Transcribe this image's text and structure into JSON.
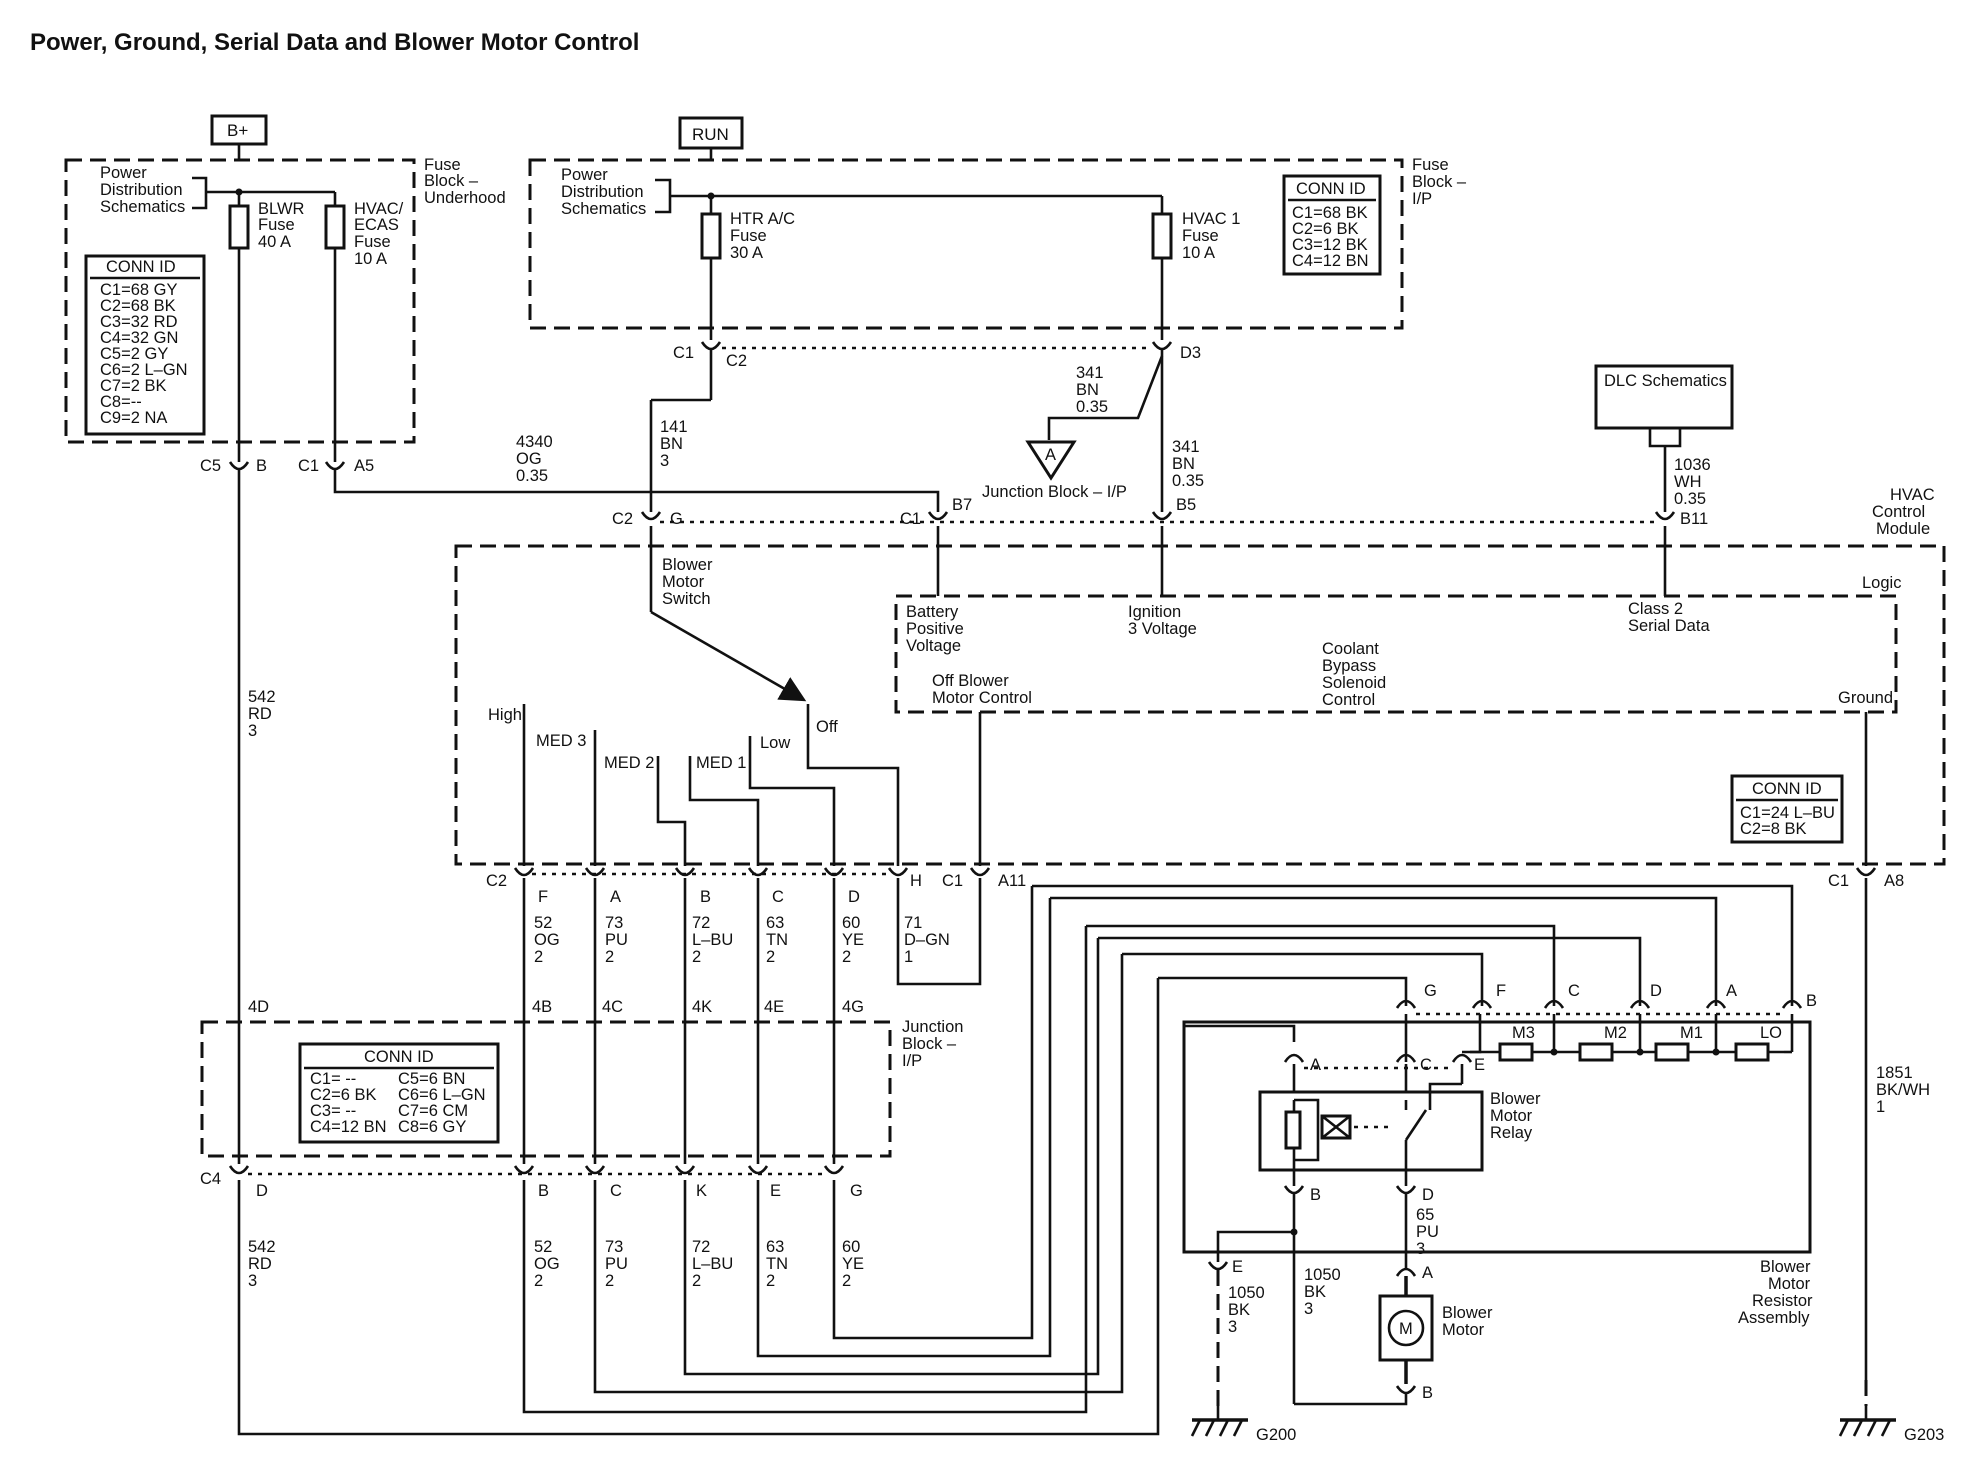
{
  "title": "Power, Ground, Serial Data and Blower Motor Control",
  "sources": {
    "bplus": "B+",
    "run": "RUN"
  },
  "fuse_block_underhood": {
    "label": [
      "Fuse",
      "Block –",
      "Underhood"
    ],
    "pds": [
      "Power",
      "Distribution",
      "Schematics"
    ],
    "blwr_fuse": [
      "BLWR",
      "Fuse",
      "40 A"
    ],
    "hvac_ecas_fuse": [
      "HVAC/",
      "ECAS",
      "Fuse",
      "10 A"
    ],
    "conn_title": "CONN ID",
    "conn": [
      "C1=68 GY",
      "C2=68 BK",
      "C3=32 RD",
      "C4=32 GN",
      "C5=2 GY",
      "C6=2 L–GN",
      "C7=2 BK",
      "C8=--",
      "C9=2 NA"
    ]
  },
  "fuse_block_ip": {
    "label": [
      "Fuse",
      "Block –",
      "I/P"
    ],
    "pds": [
      "Power",
      "Distribution",
      "Schematics"
    ],
    "htr_fuse": [
      "HTR A/C",
      "Fuse",
      "30 A"
    ],
    "hvac1_fuse": [
      "HVAC 1",
      "Fuse",
      "10 A"
    ],
    "conn_title": "CONN ID",
    "conn": [
      "C1=68 BK",
      "C2=6 BK",
      "C3=12 BK",
      "C4=12 BN"
    ]
  },
  "dlc": "DLC Schematics",
  "junction_block_ip": "Junction Block – I/P",
  "junction_symbol": "A",
  "hvac_module": {
    "label": [
      "HVAC",
      "Control",
      "Module"
    ],
    "logic": "Logic",
    "battery": [
      "Battery",
      "Positive",
      "Voltage"
    ],
    "ignition": [
      "Ignition",
      "3 Voltage"
    ],
    "class2": [
      "Class 2",
      "Serial Data"
    ],
    "off_blower": [
      "Off Blower",
      "Motor Control"
    ],
    "coolant": [
      "Coolant",
      "Bypass",
      "Solenoid",
      "Control"
    ],
    "ground": "Ground",
    "switch": [
      "Blower",
      "Motor",
      "Switch"
    ],
    "positions": [
      "High",
      "MED 3",
      "MED 2",
      "MED 1",
      "Low",
      "Off"
    ],
    "conn_title": "CONN ID",
    "conn": [
      "C1=24 L–BU",
      "C2=8 BK"
    ]
  },
  "jb_lower": {
    "label": [
      "Junction",
      "Block –",
      "I/P"
    ],
    "conn_title": "CONN ID",
    "conn_left": [
      "C1= --",
      "C2=6 BK",
      "C3= --",
      "C4=12 BN"
    ],
    "conn_right": [
      "C5=6 BN",
      "C6=6 L–GN",
      "C7=6 CM",
      "C8=6 GY"
    ]
  },
  "resistor_assembly": {
    "label": [
      "Blower",
      "Motor",
      "Resistor",
      "Assembly"
    ],
    "relay": [
      "Blower",
      "Motor",
      "Relay"
    ],
    "motor": [
      "Blower",
      "Motor"
    ],
    "motor_symbol": "M",
    "resistors": [
      "M3",
      "M2",
      "M1",
      "LO"
    ]
  },
  "grounds": [
    "G200",
    "G203"
  ],
  "wires": {
    "w542a": [
      "542",
      "RD",
      "3"
    ],
    "w542b": [
      "542",
      "RD",
      "3"
    ],
    "w4340": [
      "4340",
      "OG",
      "0.35"
    ],
    "w141": [
      "141",
      "BN",
      "3"
    ],
    "w341a": [
      "341",
      "BN",
      "0.35"
    ],
    "w341b": [
      "341",
      "BN",
      "0.35"
    ],
    "w1036": [
      "1036",
      "WH",
      "0.35"
    ],
    "w52a": [
      "52",
      "OG",
      "2"
    ],
    "w73a": [
      "73",
      "PU",
      "2"
    ],
    "w72a": [
      "72",
      "L–BU",
      "2"
    ],
    "w63a": [
      "63",
      "TN",
      "2"
    ],
    "w60a": [
      "60",
      "YE",
      "2"
    ],
    "w71": [
      "71",
      "D–GN",
      "1"
    ],
    "w52b": [
      "52",
      "OG",
      "2"
    ],
    "w73b": [
      "73",
      "PU",
      "2"
    ],
    "w72b": [
      "72",
      "L–BU",
      "2"
    ],
    "w63b": [
      "63",
      "TN",
      "2"
    ],
    "w60b": [
      "60",
      "YE",
      "2"
    ],
    "w1851": [
      "1851",
      "BK/WH",
      "1"
    ],
    "w1050a": [
      "1050",
      "BK",
      "3"
    ],
    "w1050b": [
      "1050",
      "BK",
      "3"
    ],
    "w65": [
      "65",
      "PU",
      "3"
    ]
  },
  "conn": {
    "c5b": [
      "C5",
      "B"
    ],
    "c1a5": [
      "C1",
      "A5"
    ],
    "c1c2_left": "C1",
    "c1c2_right": "C2",
    "d3": "D3",
    "c2g": [
      "C2",
      "G"
    ],
    "c1b7": [
      "C1",
      "B7"
    ],
    "b5": "B5",
    "b11": "B11",
    "c2_row": [
      "C2",
      "F",
      "A",
      "B",
      "C",
      "D",
      "H"
    ],
    "c1a11": [
      "C1",
      "A11"
    ],
    "c1a8": [
      "C1",
      "A8"
    ],
    "jb_top": [
      "4D",
      "4B",
      "4C",
      "4K",
      "4E",
      "4G"
    ],
    "c4_row": [
      "C4",
      "D",
      "B",
      "C",
      "K",
      "E",
      "G"
    ],
    "res_top": [
      "G",
      "F",
      "C",
      "D",
      "A",
      "B"
    ],
    "relay_top": [
      "A",
      "C",
      "E"
    ],
    "relay_bot": [
      "B",
      "D"
    ],
    "motor_a": "A",
    "motor_b": "B",
    "ground_e": "E"
  }
}
